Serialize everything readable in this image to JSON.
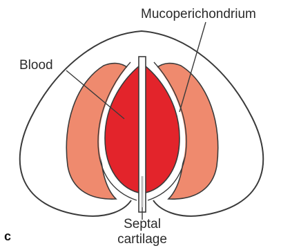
{
  "labels": {
    "mucoperichondrium": "Mucoperichondrium",
    "blood": "Blood",
    "septal_line1": "Septal",
    "septal_line2": "cartilage"
  },
  "panel_letter": "c",
  "colors": {
    "outline": "#3a3a3a",
    "mucosa_fill": "#ef8a6e",
    "blood_fill": "#e3242b",
    "cartilage_fill": "#ffffff",
    "leader": "#3a3a3a"
  }
}
